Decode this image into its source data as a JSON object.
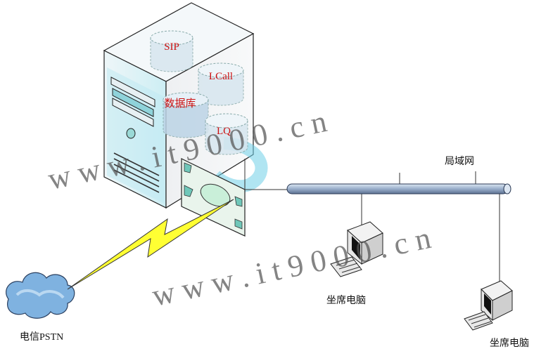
{
  "server": {
    "databases": [
      "SIP",
      "LCall",
      "数据库",
      "LQ"
    ]
  },
  "network": {
    "lan_label": "局域网",
    "pstn_label": "电信PSTN"
  },
  "workstations": [
    "坐席电脑",
    "坐席电脑"
  ],
  "watermarks": [
    "w w w .  i t 9 0 0 0 .  c n",
    "w w w .  i t 9 0 0 0 .  c n"
  ],
  "colors": {
    "label_red": "#cc1111",
    "lan_bar": "#8fa8c8",
    "lightning": "#ffff33",
    "cloud": "#6fa7d8",
    "server_tint": "#cfeef4"
  }
}
